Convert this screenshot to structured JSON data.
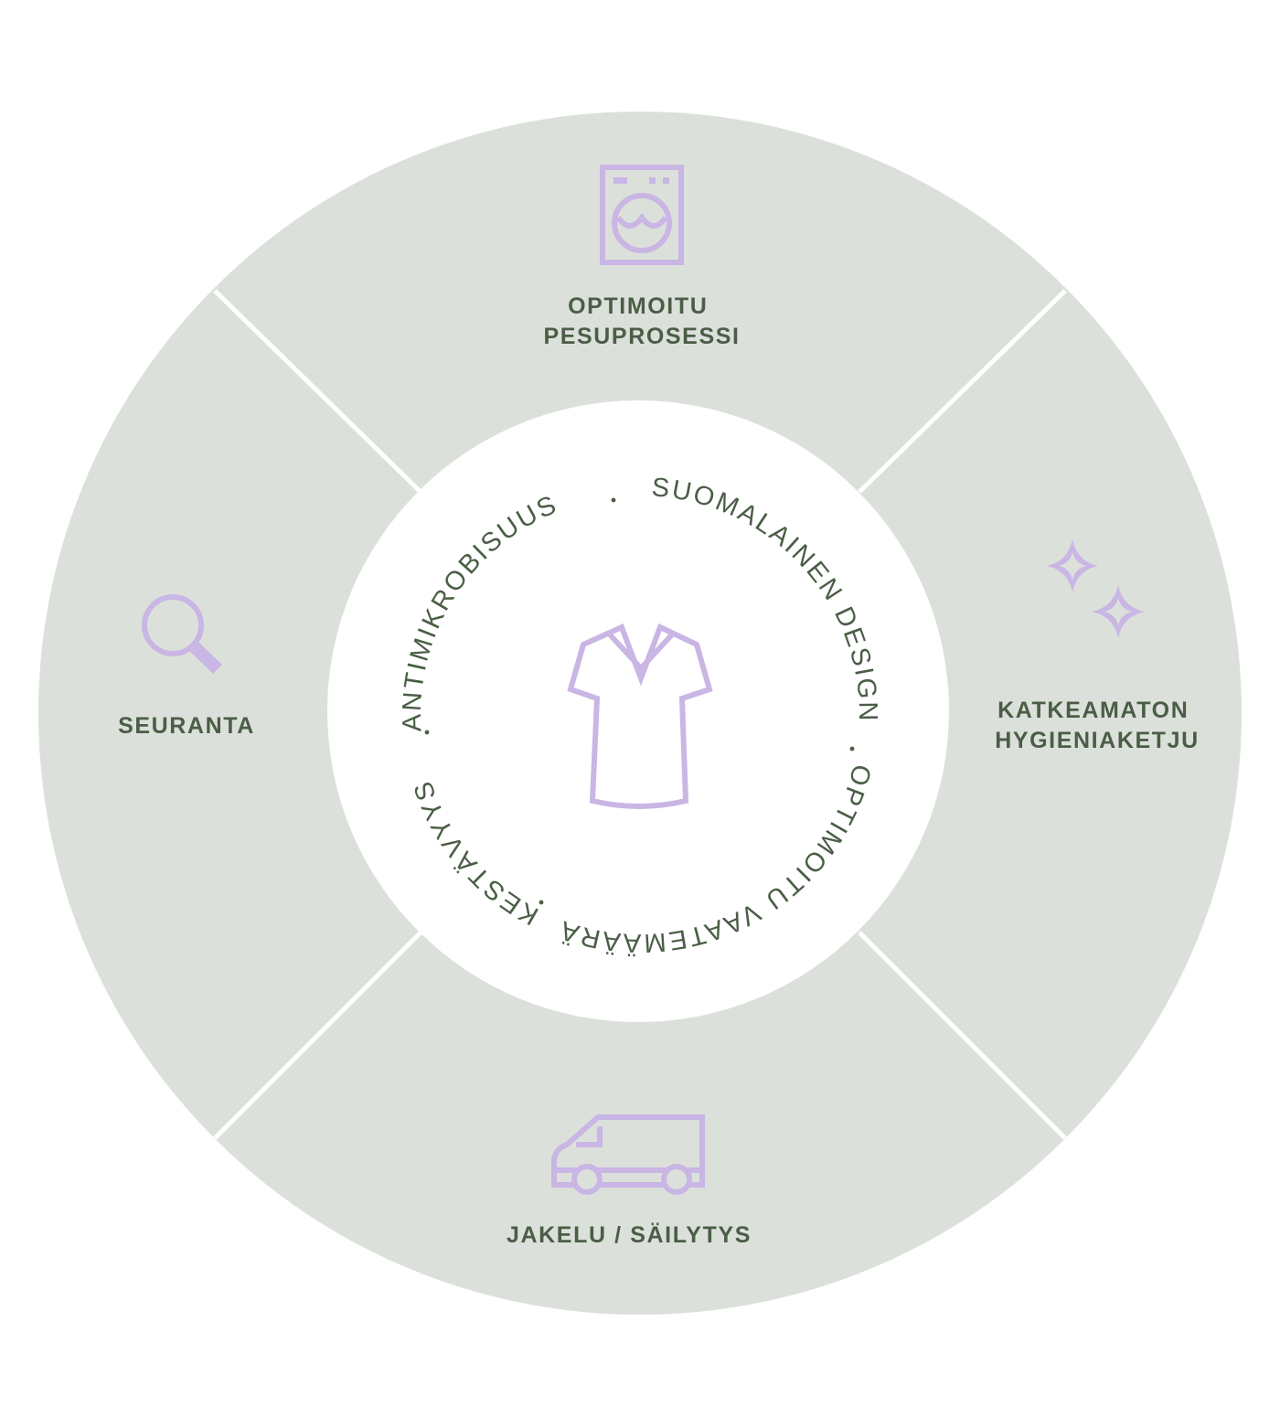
{
  "colors": {
    "segment_fill": "#dce0db",
    "separator": "#ffffff",
    "center_fill": "#ffffff",
    "label_text": "#4a5e46",
    "icon_accent": "#c9b6e4"
  },
  "segments": [
    {
      "id": "top",
      "icon": "washing-machine-icon",
      "label_lines": [
        "OPTIMOITU",
        "PESUPROSESSI"
      ]
    },
    {
      "id": "right",
      "icon": "sparkles-icon",
      "label_lines": [
        "KATKEAMATON",
        "HYGIENIAKETJU"
      ]
    },
    {
      "id": "bottom",
      "icon": "delivery-van-icon",
      "label_lines": [
        "JAKELU / SÄILYTYS"
      ]
    },
    {
      "id": "left",
      "icon": "magnifier-icon",
      "label_lines": [
        "SEURANTA"
      ]
    }
  ],
  "center": {
    "icon": "shirt-icon",
    "ring_phrases": [
      "SUOMALAINEN DESIGN",
      "OPTIMOITU VAATEMÄÄRÄ",
      "KESTÄVYYS",
      "ANTIMIKROBISUUS"
    ]
  }
}
